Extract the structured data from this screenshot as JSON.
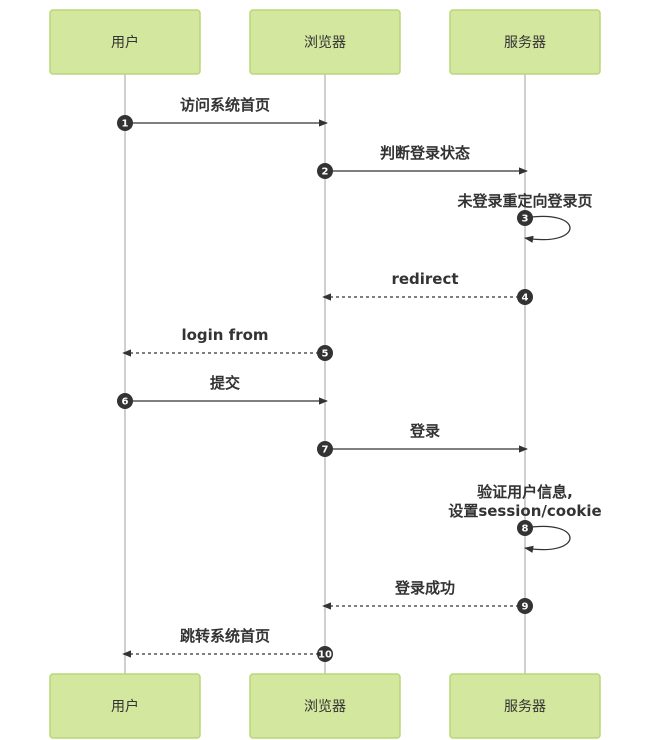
{
  "actors": [
    {
      "id": "user",
      "label": "用户"
    },
    {
      "id": "browser",
      "label": "浏览器"
    },
    {
      "id": "server",
      "label": "服务器"
    }
  ],
  "messages": [
    {
      "num": "1",
      "from": "user",
      "to": "browser",
      "label": [
        "访问系统首页"
      ],
      "style": "solid"
    },
    {
      "num": "2",
      "from": "browser",
      "to": "server",
      "label": [
        "判断登录状态"
      ],
      "style": "solid"
    },
    {
      "num": "3",
      "from": "server",
      "to": "server",
      "label": [
        "未登录重定向登录页"
      ],
      "style": "solid"
    },
    {
      "num": "4",
      "from": "server",
      "to": "browser",
      "label": [
        "redirect"
      ],
      "style": "dashed"
    },
    {
      "num": "5",
      "from": "browser",
      "to": "user",
      "label": [
        "login from"
      ],
      "style": "dashed"
    },
    {
      "num": "6",
      "from": "user",
      "to": "browser",
      "label": [
        "提交"
      ],
      "style": "solid"
    },
    {
      "num": "7",
      "from": "browser",
      "to": "server",
      "label": [
        "登录"
      ],
      "style": "solid"
    },
    {
      "num": "8",
      "from": "server",
      "to": "server",
      "label": [
        "验证用户信息,",
        "设置session/cookie"
      ],
      "style": "solid"
    },
    {
      "num": "9",
      "from": "server",
      "to": "browser",
      "label": [
        "登录成功"
      ],
      "style": "dashed"
    },
    {
      "num": "10",
      "from": "browser",
      "to": "user",
      "label": [
        "跳转系统首页"
      ],
      "style": "dashed"
    }
  ]
}
